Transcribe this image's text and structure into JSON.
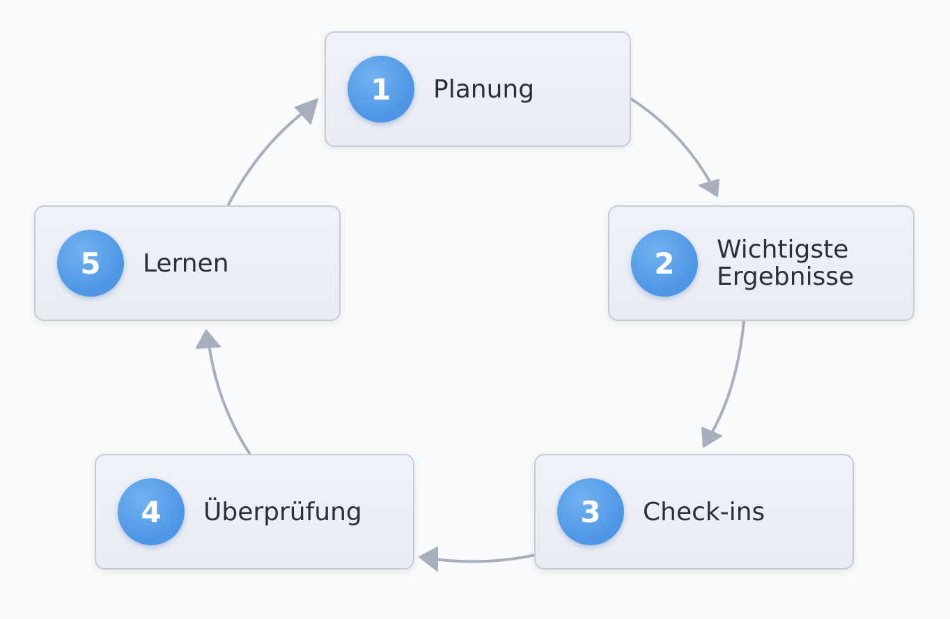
{
  "diagram": {
    "steps": [
      {
        "number": "1",
        "label": "Planung"
      },
      {
        "number": "2",
        "label": "Wichtigste Ergebnisse"
      },
      {
        "number": "3",
        "label": "Check-ins"
      },
      {
        "number": "4",
        "label": "Überprüfung"
      },
      {
        "number": "5",
        "label": "Lernen"
      }
    ],
    "colors": {
      "background": "#f9fafb",
      "box_fill": "#edf0f6",
      "box_border": "#c6cbd4",
      "badge": "#4f97e6",
      "arrow": "#a7afbc",
      "text": "#2b2f36"
    }
  }
}
